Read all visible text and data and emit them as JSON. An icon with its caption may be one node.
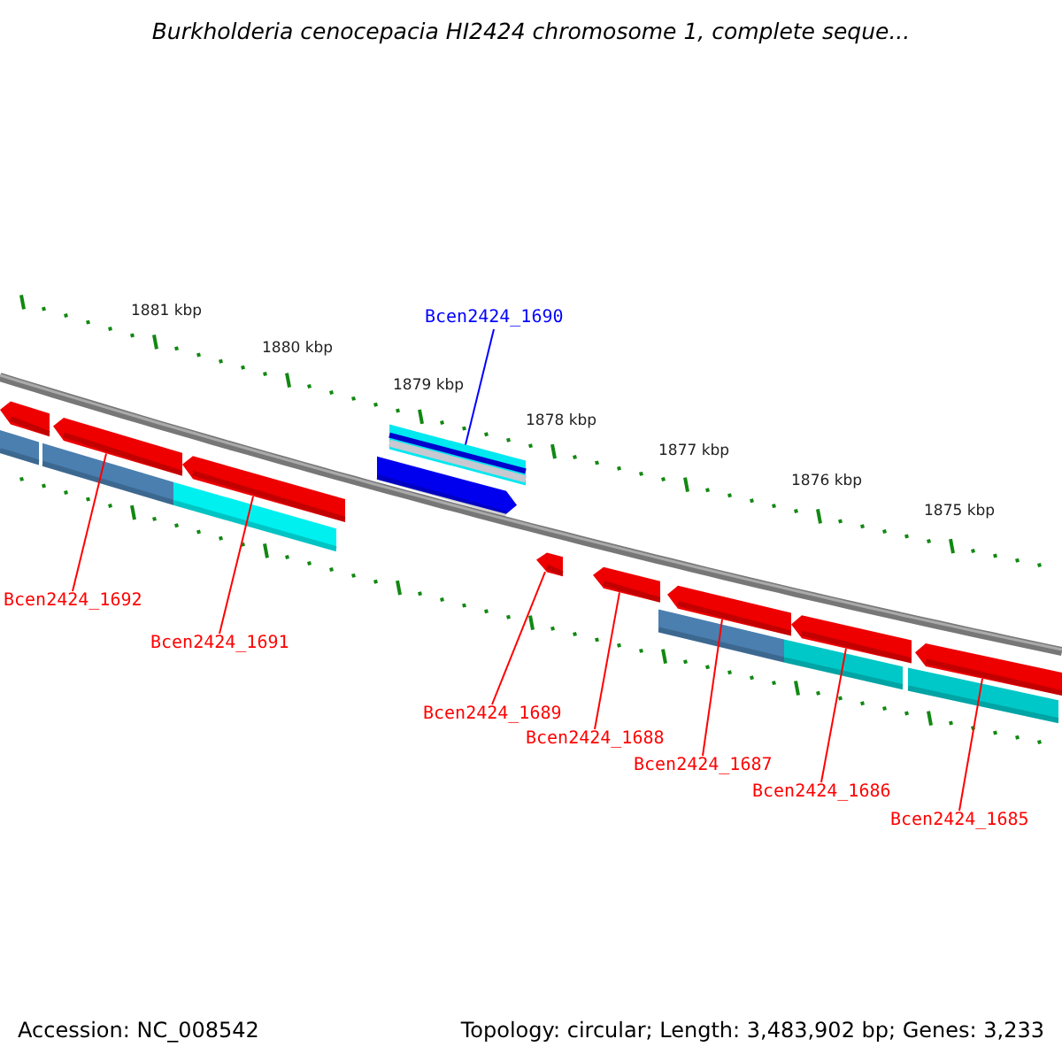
{
  "diagram": {
    "title": "Burkholderia cenocepacia HI2424 chromosome 1, complete seque...",
    "nodes": [
      {
        "text": [
          "Bcen2424_1690"
        ]
      },
      {
        "text": [
          "Bcen2424_1692"
        ]
      },
      {
        "text": [
          "Bcen2424_1691"
        ]
      },
      {
        "text": [
          "Bcen2424_1689"
        ]
      },
      {
        "text": [
          "Bcen2424_1688"
        ]
      },
      {
        "text": [
          "Bcen2424_1687"
        ]
      },
      {
        "text": [
          "Bcen2424_1686"
        ]
      },
      {
        "text": [
          "Bcen2424_1685"
        ]
      },
      {
        "text": [],
        "shape": "pentagon"
      },
      {
        "text": [],
        "shape": "bar"
      },
      {
        "text": [],
        "shape": "bar"
      },
      {
        "text": [],
        "shape": "pentagon"
      },
      {
        "text": [],
        "shape": "bar"
      },
      {
        "text": [],
        "shape": "pentagon"
      },
      {
        "text": [],
        "shape": "bar"
      },
      {
        "text": [],
        "shape": "pentagon"
      },
      {
        "text": [],
        "shape": "pentagon"
      },
      {
        "text": [],
        "shape": "pentagon"
      },
      {
        "text": [],
        "shape": "bar"
      },
      {
        "text": [],
        "shape": "pentagon"
      },
      {
        "text": [],
        "shape": "bar"
      },
      {
        "text": [],
        "shape": "pentagon"
      },
      {
        "text": [],
        "shape": "bar"
      },
      {
        "text": [],
        "shape": "pentagon"
      }
    ],
    "edges": [
      {
        "from": 0,
        "to": 14,
        "arrow": "none",
        "color": "#0000ff"
      },
      {
        "from": 1,
        "to": 11,
        "arrow": "none"
      },
      {
        "from": 2,
        "to": 13,
        "arrow": "none"
      },
      {
        "from": 3,
        "to": 16,
        "arrow": "none"
      },
      {
        "from": 4,
        "to": 17,
        "arrow": "none"
      },
      {
        "from": 5,
        "to": 19,
        "arrow": "none"
      },
      {
        "from": 6,
        "to": 21,
        "arrow": "none"
      },
      {
        "from": 7,
        "to": 23,
        "arrow": "none"
      }
    ],
    "labels": [
      "1881 kbp",
      "1880 kbp",
      "1879 kbp",
      "1878 kbp",
      "1877 kbp",
      "1876 kbp",
      "1875 kbp",
      "Accession: NC_008542",
      "Topology: circular; Length: 3,483,902 bp; Genes: 3,233"
    ]
  }
}
